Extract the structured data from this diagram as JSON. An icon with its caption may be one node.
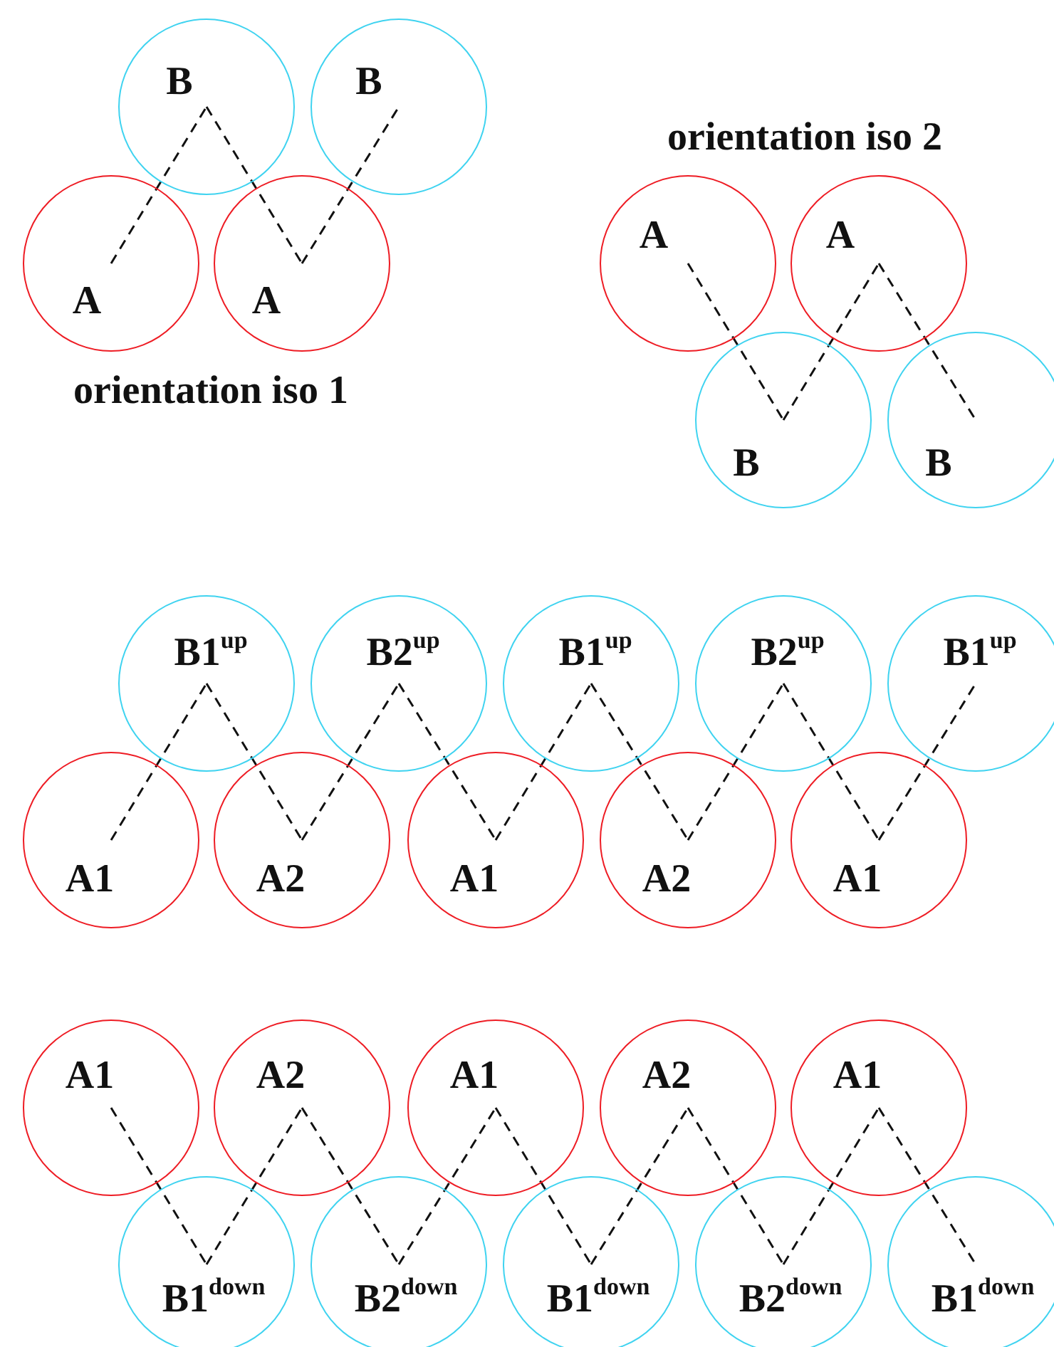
{
  "diagram": {
    "nodes": [
      {
        "text": [
          "B"
        ]
      },
      {
        "text": [
          "B"
        ]
      },
      {
        "text": [
          "A"
        ]
      },
      {
        "text": [
          "A"
        ]
      },
      {
        "text": [
          "A"
        ]
      },
      {
        "text": [
          "A"
        ]
      },
      {
        "text": [
          "B"
        ]
      },
      {
        "text": [
          "B"
        ]
      },
      {
        "text": [
          "B1$^{up}$"
        ]
      },
      {
        "text": [
          "B2$^{up}$"
        ]
      },
      {
        "text": [
          "B1$^{up}$"
        ]
      },
      {
        "text": [
          "B2$^{up}$"
        ]
      },
      {
        "text": [
          "B1$^{up}$"
        ]
      },
      {
        "text": [
          "A1"
        ]
      },
      {
        "text": [
          "A2"
        ]
      },
      {
        "text": [
          "A1"
        ]
      },
      {
        "text": [
          "A2"
        ]
      },
      {
        "text": [
          "A1"
        ]
      },
      {
        "text": [
          "A1"
        ]
      },
      {
        "text": [
          "A2"
        ]
      },
      {
        "text": [
          "A1"
        ]
      },
      {
        "text": [
          "A2"
        ]
      },
      {
        "text": [
          "A1"
        ]
      },
      {
        "text": [
          "B1$^{down}$"
        ]
      },
      {
        "text": [
          "B2$^{down}$"
        ]
      },
      {
        "text": [
          "B1$^{down}$"
        ]
      },
      {
        "text": [
          "B2$^{down}$"
        ]
      },
      {
        "text": [
          "B1$^{down}$"
        ]
      }
    ],
    "edges": [
      {
        "from": 2,
        "to": 0,
        "arrow": "none",
        "style": "dashed"
      },
      {
        "from": 0,
        "to": 3,
        "arrow": "none",
        "style": "dashed"
      },
      {
        "from": 3,
        "to": 1,
        "arrow": "none",
        "style": "dashed"
      },
      {
        "from": 4,
        "to": 6,
        "arrow": "none",
        "style": "dashed"
      },
      {
        "from": 6,
        "to": 5,
        "arrow": "none",
        "style": "dashed"
      },
      {
        "from": 5,
        "to": 7,
        "arrow": "none",
        "style": "dashed"
      },
      {
        "from": 13,
        "to": 8,
        "arrow": "none",
        "style": "dashed"
      },
      {
        "from": 8,
        "to": 14,
        "arrow": "none",
        "style": "dashed"
      },
      {
        "from": 14,
        "to": 9,
        "arrow": "none",
        "style": "dashed"
      },
      {
        "from": 9,
        "to": 15,
        "arrow": "none",
        "style": "dashed"
      },
      {
        "from": 15,
        "to": 10,
        "arrow": "none",
        "style": "dashed"
      },
      {
        "from": 10,
        "to": 16,
        "arrow": "none",
        "style": "dashed"
      },
      {
        "from": 16,
        "to": 11,
        "arrow": "none",
        "style": "dashed"
      },
      {
        "from": 11,
        "to": 17,
        "arrow": "none",
        "style": "dashed"
      },
      {
        "from": 17,
        "to": 12,
        "arrow": "none",
        "style": "dashed"
      },
      {
        "from": 18,
        "to": 23,
        "arrow": "none",
        "style": "dashed"
      },
      {
        "from": 23,
        "to": 19,
        "arrow": "none",
        "style": "dashed"
      },
      {
        "from": 19,
        "to": 24,
        "arrow": "none",
        "style": "dashed"
      },
      {
        "from": 24,
        "to": 20,
        "arrow": "none",
        "style": "dashed"
      },
      {
        "from": 20,
        "to": 25,
        "arrow": "none",
        "style": "dashed"
      },
      {
        "from": 25,
        "to": 21,
        "arrow": "none",
        "style": "dashed"
      },
      {
        "from": 21,
        "to": 26,
        "arrow": "none",
        "style": "dashed"
      },
      {
        "from": 26,
        "to": 22,
        "arrow": "none",
        "style": "dashed"
      },
      {
        "from": 22,
        "to": 27,
        "arrow": "none",
        "style": "dashed"
      }
    ],
    "labels": [
      "orientation iso 2",
      "orientation iso 1"
    ]
  }
}
